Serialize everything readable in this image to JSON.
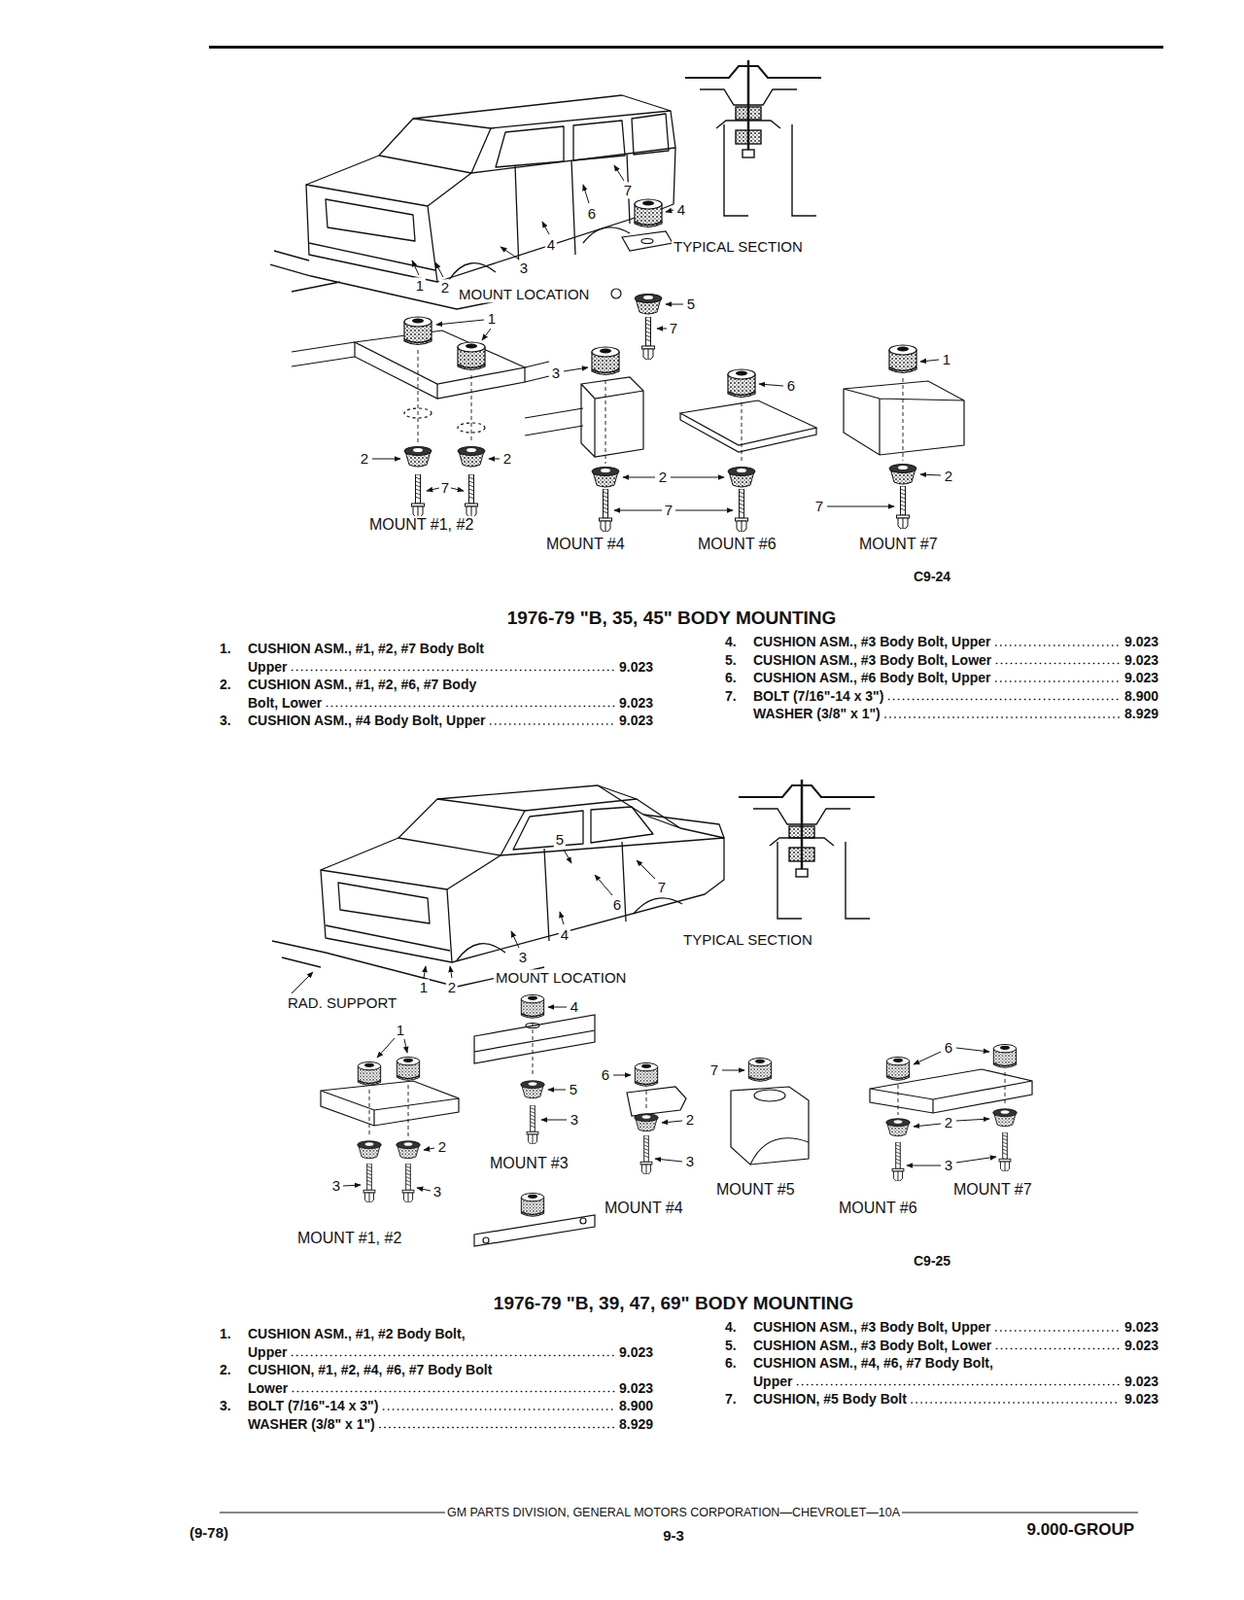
{
  "diagram": {
    "labels": [
      "7",
      "6",
      "4",
      "3",
      "1",
      "2",
      "4",
      "TYPICAL SECTION",
      "MOUNT LOCATION",
      "5",
      "7",
      "1",
      "3",
      "6",
      "1",
      "2",
      "7",
      "2",
      "2",
      "2",
      "7",
      "7",
      "MOUNT #1, #2",
      "MOUNT #4",
      "MOUNT #6",
      "MOUNT #7",
      "C9-24",
      "1976-79 \"B, 35, 45\" BODY MOUNTING",
      "1.",
      "CUSHION ASM., #1, #2, #7 Body Bolt Upper",
      "9.023",
      "2.",
      "CUSHION ASM., #1, #2, #6, #7 Body Bolt, Lower",
      "9.023",
      "3.",
      "CUSHION ASM., #4 Body Bolt, Upper",
      "9.023",
      "4.",
      "CUSHION ASM., #3 Body Bolt, Upper",
      "9.023",
      "5.",
      "CUSHION ASM., #3 Body Bolt, Lower",
      "9.023",
      "6.",
      "CUSHION ASM., #6 Body Bolt, Upper",
      "9.023",
      "7.",
      "BOLT (7/16\"-14 x 3\")",
      "8.900",
      "WASHER (3/8\" x 1\")",
      "8.929",
      "5",
      "7",
      "6",
      "4",
      "3",
      "TYPICAL SECTION",
      "RAD. SUPPORT",
      "1",
      "2",
      "MOUNT LOCATION",
      "4",
      "1",
      "6",
      "7",
      "6",
      "5",
      "3",
      "2",
      "2",
      "2",
      "3",
      "3",
      "3",
      "3",
      "MOUNT #3",
      "MOUNT #5",
      "MOUNT #7",
      "MOUNT #4",
      "MOUNT #6",
      "MOUNT #1, #2",
      "C9-25",
      "1976-79 \"B, 39, 47, 69\" BODY MOUNTING",
      "1.",
      "CUSHION ASM., #1, #2 Body Bolt, Upper",
      "9.023",
      "2.",
      "CUSHION, #1, #2, #4, #6, #7 Body Bolt Lower",
      "9.023",
      "3.",
      "BOLT (7/16\"-14 x 3\")",
      "8.900",
      "WASHER (3/8\" x 1\")",
      "8.929",
      "4.",
      "CUSHION ASM., #3 Body Bolt, Upper",
      "9.023",
      "5.",
      "CUSHION ASM., #3 Body Bolt, Lower",
      "9.023",
      "6.",
      "CUSHION ASM., #4, #6, #7 Body Bolt, Upper",
      "9.023",
      "7.",
      "CUSHION, #5 Body Bolt",
      "9.023",
      "GM PARTS DIVISION, GENERAL MOTORS CORPORATION—CHEVROLET—10A",
      "(9-78)",
      "9-3",
      "9.000-GROUP"
    ]
  }
}
